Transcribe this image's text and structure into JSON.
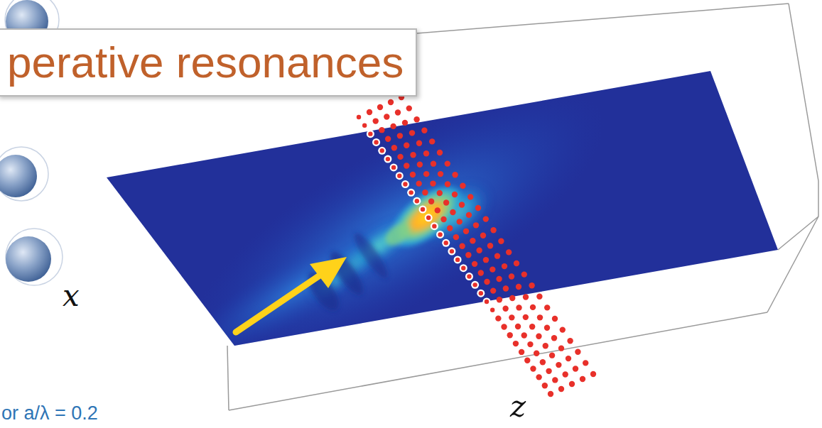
{
  "diagram": {
    "title": "perative resonances",
    "labels": [
      "x",
      "z",
      "or a/λ = 0.2"
    ]
  }
}
